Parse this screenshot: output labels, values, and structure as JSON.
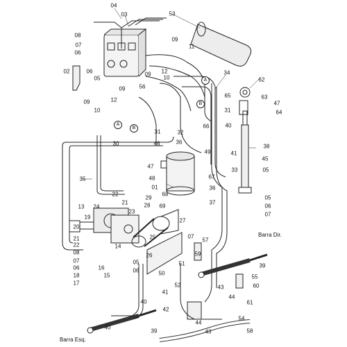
{
  "parts": {
    "p04": "04",
    "p03": "03",
    "p08a": "08",
    "p07a": "07",
    "p06a": "06",
    "p09a": "09",
    "p11": "11",
    "p53": "53",
    "p02": "02",
    "p06b": "06",
    "p05a": "05",
    "p09b": "09",
    "p12a": "12",
    "p10a": "10",
    "p09c": "09",
    "p56": "56",
    "p09d": "09",
    "p12b": "12",
    "p10b": "10",
    "p34": "34",
    "p65": "65",
    "p62": "62",
    "p63": "63",
    "p47a": "47",
    "p64": "64",
    "p31a": "31",
    "p66": "66",
    "p40a": "40",
    "p31b": "31",
    "p32": "32",
    "p46": "46",
    "p36a": "36",
    "p49": "49",
    "p41": "41",
    "p38": "38",
    "p30": "30",
    "p47b": "47",
    "p48": "48",
    "p33": "33",
    "p45": "45",
    "p05b": "05",
    "p67": "67",
    "p35": "35",
    "p01": "01",
    "p68": "68",
    "p36b": "36",
    "p37": "37",
    "p05c": "05",
    "p06c": "06",
    "p07b": "07",
    "p22": "22",
    "p21a": "21",
    "p29": "29",
    "p13": "13",
    "p24": "24",
    "p28": "28",
    "p69": "69",
    "p23": "23",
    "p19": "19",
    "p27": "27",
    "p20": "20",
    "p21b": "21",
    "p22b": "22",
    "p08b": "08",
    "p07c": "07",
    "p06d": "06",
    "p18": "18",
    "p17": "17",
    "p14": "14",
    "p16": "16",
    "p15": "15",
    "p25": "25",
    "p26": "26",
    "p05d": "05",
    "p06e": "06",
    "p50": "50",
    "p07d": "07",
    "p57": "57",
    "p59": "59",
    "p51": "51",
    "p39a": "39",
    "p52": "52",
    "p55": "55",
    "p60": "60",
    "p61": "61",
    "p43a": "43",
    "p44a": "44",
    "p40b": "40",
    "p41b": "41",
    "p42": "42",
    "p44b": "44",
    "p54": "54",
    "p40c": "40",
    "p39b": "39",
    "p43b": "43",
    "p58": "58"
  },
  "connectors": {
    "a1": "A",
    "b1": "B",
    "a2": "A",
    "b2": "B"
  },
  "labels": {
    "barra_dir": "Barra Dir.",
    "barra_esq": "Barra Esq."
  }
}
